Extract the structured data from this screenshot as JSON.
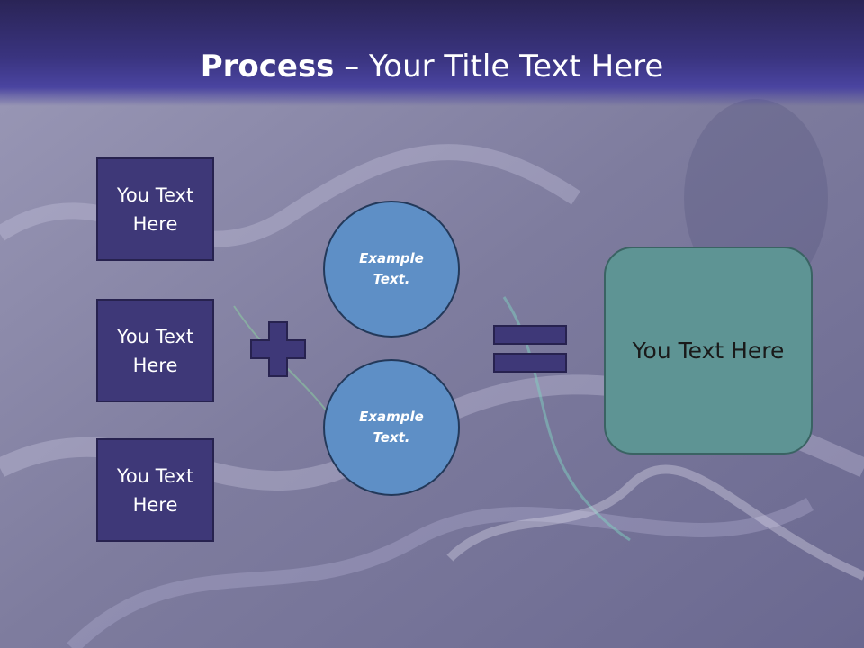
{
  "title": {
    "bold": "Process",
    "rest": " – Your Title Text Here"
  },
  "left_boxes": [
    {
      "label": "You Text Here"
    },
    {
      "label": "You Text Here"
    },
    {
      "label": "You Text Here"
    }
  ],
  "circles": [
    {
      "label": "Example Text."
    },
    {
      "label": "Example Text."
    }
  ],
  "result": {
    "label": "You Text Here"
  },
  "operators": {
    "plus": "plus-icon",
    "equals": "equals-icon"
  },
  "colors": {
    "header": "#3a3480",
    "box_fill": "#3e3878",
    "circle_fill": "#5e8fc6",
    "result_fill": "#5e9494",
    "operator_fill": "#3e3878"
  }
}
